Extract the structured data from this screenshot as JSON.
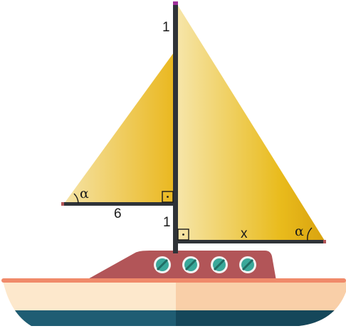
{
  "diagram": {
    "labels": {
      "top_segment": "1",
      "lower_segment": "1",
      "left_base": "6",
      "right_base": "x",
      "left_angle": "α",
      "right_angle": "α"
    },
    "colors": {
      "sail_light": "#f3df9a",
      "sail_dark": "#e8b820",
      "mast": "#2f3338",
      "hull_cream": "#fde8cc",
      "hull_peach": "#f9cfa8",
      "hull_stripe": "#f08a6a",
      "hull_bottom": "#1f5d73",
      "cabin": "#b25558",
      "porthole": "#3aa89a"
    },
    "portholes": 4
  }
}
